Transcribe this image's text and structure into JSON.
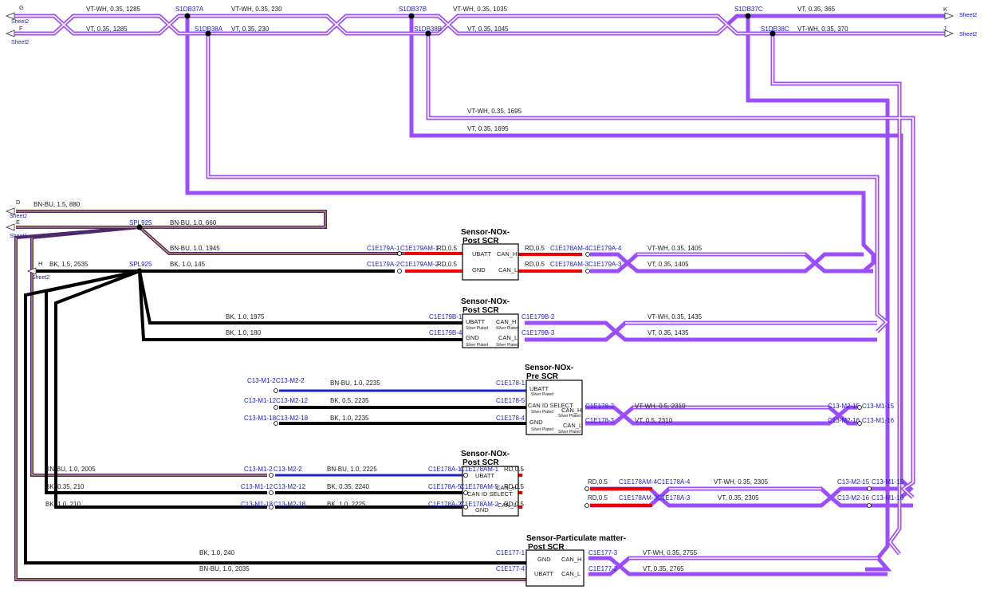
{
  "colors": {
    "violet": "#9b4dff",
    "violet_white_fill": "#ffffff",
    "black": "#000000",
    "red": "#ee0000",
    "blue": "#2020cc",
    "brown_blue_outer": "#4a2a6a"
  },
  "sheet_refs": {
    "G": {
      "letter": "G",
      "sheet": "Sheet2"
    },
    "F": {
      "letter": "F",
      "sheet": "Sheet2"
    },
    "K": {
      "letter": "K",
      "sheet": "Sheet2"
    },
    "J": {
      "letter": "J",
      "sheet": "Sheet2"
    },
    "D": {
      "letter": "D",
      "sheet": "Sheet2"
    },
    "E": {
      "letter": "E",
      "sheet": "Sheet1"
    },
    "H": {
      "letter": "H",
      "sheet": "Sheet2"
    }
  },
  "splices": {
    "s37a": "S1DB37A",
    "s38a": "S1DB38A",
    "s37b": "S1DB37B",
    "s38b": "S1DB38B",
    "s37c": "S1DB37C",
    "s38c": "S1DB38C",
    "spl925a": "SPL925",
    "spl925b": "SPL925"
  },
  "top_wires": {
    "g1": "VT-WH,  0.35,  1285",
    "g2": "VT-WH,  0.35,  230",
    "g3": "VT-WH,  0.35,  1035",
    "g4": "VT,  0.35,  365",
    "f1": "VT,  0.35,  1285",
    "f2": "VT,  0.35,  230",
    "f3": "VT,  0.35,  1045",
    "f4": "VT-WH,  0.35,  370",
    "mid1": "VT-WH,  0.35,  1695",
    "mid2": "VT,  0.35,  1695"
  },
  "left_wires": {
    "d1": "BN-BU,  1.5,  880",
    "d2": "BN-BU,  1.0,  660",
    "d3": "BN-BU,  1.0,  1945",
    "h1": "BK,  1.5,  2535",
    "h2": "BK,  1.0,  145",
    "s2a": "BK,  1.0,  1975",
    "s2b": "BK,  1.0,  180",
    "s4a": "BN-BU,  1.0,  2005",
    "s4b": "BK,  0.35,  210",
    "s4c": "BK,  1.0,  210",
    "s5a": "BK,  1.0,  240",
    "s5b": "BN-BU,  1.0,  2035"
  },
  "components": {
    "c1": {
      "title1": "Sensor-NOx-",
      "title2": "Post SCR",
      "p1": "UBATT",
      "p2": "GND",
      "p3": "CAN_H",
      "p4": "CAN_L"
    },
    "c2": {
      "title1": "Sensor-NOx-",
      "title2": "Post SCR",
      "p1": "UBATT",
      "p2": "GND",
      "p3": "CAN_H",
      "p4": "CAN_L",
      "plated": "Silver Plated"
    },
    "c3": {
      "title1": "Sensor-NOx-",
      "title2": "Pre SCR",
      "p1": "UBATT",
      "p2": "CAN ID SELECT",
      "p3": "GND",
      "p4": "CAN_H",
      "p5": "CAN_L",
      "plated": "Silver Plated"
    },
    "c4": {
      "title1": "Sensor-NOx-",
      "title2": "Post SCR",
      "p1": "UBATT",
      "p2": "CAN ID SELECT",
      "p3": "GND",
      "p4": "CAN_H",
      "p5": "CAN_L"
    },
    "c5": {
      "title1": "Sensor-Particulate matter-",
      "title2": "Post SCR",
      "p1": "GND",
      "p2": "UBATT",
      "p3": "CAN_H",
      "p4": "CAN_L"
    }
  },
  "sensor1": {
    "l1": "C1E179A-1",
    "l2": "C1E179AM-1",
    "l3": "C1E179A-2",
    "l4": "C1E179AM-2",
    "rd1": "RD,0.5",
    "rd2": "RD,0.5",
    "rd3": "RD,0.5",
    "rd4": "RD,0.5",
    "r1": "C1E178AM-4",
    "r2": "C1E179A-4",
    "r3": "C1E178AM-3",
    "r4": "C1E179A-3",
    "w1": "VT-WH,  0.35,  1405",
    "w2": "VT,  0.35,  1405"
  },
  "sensor2": {
    "l1": "C1E179B-1",
    "l2": "C1E179B-4",
    "r1": "C1E179B-2",
    "r2": "C1E179B-3",
    "w1": "VT-WH,  0.35,  1435",
    "w2": "VT,  0.35,  1435"
  },
  "sensor3": {
    "a1": "C13-M1-2",
    "a2": "C13-M2-2",
    "b1": "C13-M1-12",
    "b2": "C13-M2-12",
    "c1": "C13-M1-18",
    "c2": "C13-M2-18",
    "wa": "BN-BU,  1.0,  2235",
    "wb": "BK,  0.5,  2235",
    "wc": "BK,  1.0,  2235",
    "pa": "C1E178-1",
    "pb": "C1E178-5",
    "pc": "C1E178-4",
    "pd": "C1E178-2",
    "pe": "C1E178-3",
    "wd": "VT-WH,  0.5,  2310",
    "we": "VT,  0.5,  2310",
    "ra1": "C13-M2-15",
    "ra2": "C13-M1-15",
    "rb1": "C13-M2-16",
    "rb2": "C13-M1-16"
  },
  "sensor4": {
    "a1": "C13-M1-2",
    "a2": "C13-M2-2",
    "b1": "C13-M1-12",
    "b2": "C13-M2-12",
    "c1": "C13-M1-18",
    "c2": "C13-M2-18",
    "wa": "BN-BU,  1.0,  2225",
    "wb": "BK,  0.35,  2240",
    "wc": "BK,  1.0,  2225",
    "pa1": "C1E178A-1",
    "pa2": "C1E178AM-1",
    "pb1": "C1E178A-5",
    "pb2": "C1E178AM-5",
    "pc1": "C1E178A-2",
    "pc2": "C1E178AM-2",
    "rd1": "RD,0.5",
    "rd2": "RD,0.5",
    "rd3": "RD,0.5",
    "rd4": "RD,0.5",
    "rd5": "RD,0.5",
    "pd1": "C1E178AM-4",
    "pd2": "C1E178A-4",
    "pe1": "C1E178AM-3",
    "pe2": "C1E178A-3",
    "wd": "VT-WH,  0.35,  2305",
    "we": "VT,  0.35,  2305",
    "ra1": "C13-M2-15",
    "ra2": "C13-M1-15",
    "rb1": "C13-M2-16",
    "rb2": "C13-M1-16"
  },
  "sensor5": {
    "l1": "C1E177-1",
    "l2": "C1E177-4",
    "r1": "C1E177-3",
    "r2": "C1E177-2",
    "w1": "VT-WH,  0.35,  2755",
    "w2": "VT,  0.35,  2765"
  }
}
